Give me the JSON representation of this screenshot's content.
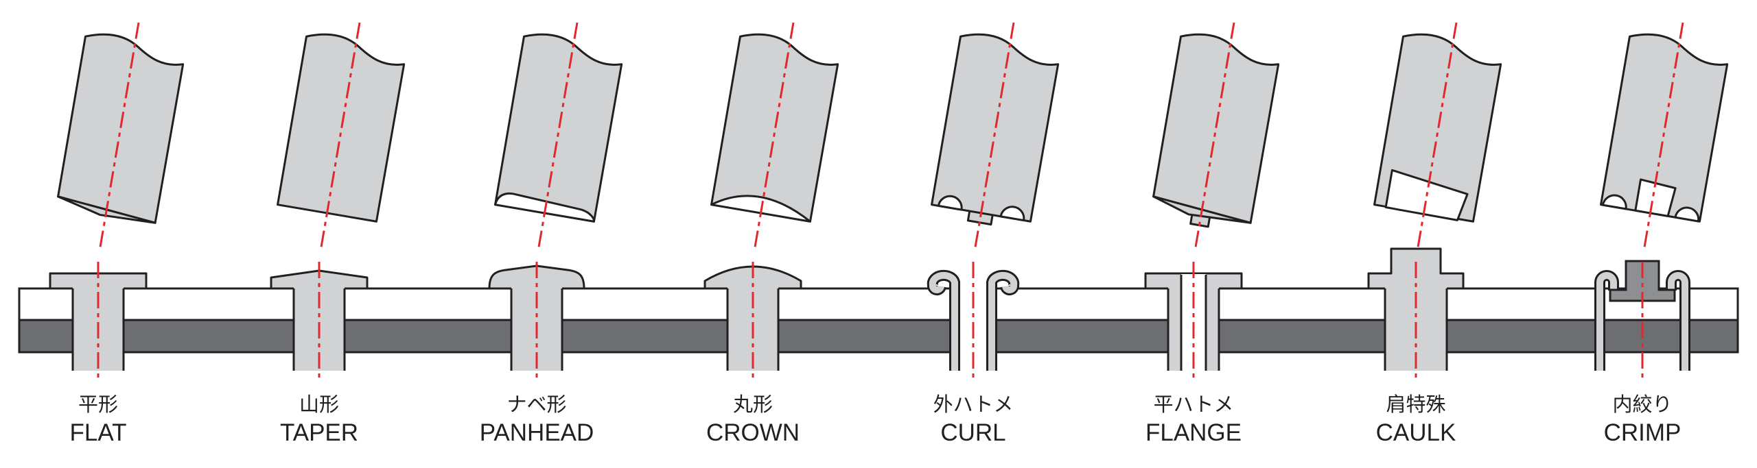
{
  "units": [
    {
      "ja": "平形",
      "en": "FLAT"
    },
    {
      "ja": "山形",
      "en": "TAPER"
    },
    {
      "ja": "ナベ形",
      "en": "PANHEAD"
    },
    {
      "ja": "丸形",
      "en": "CROWN"
    },
    {
      "ja": "外ハトメ",
      "en": "CURL"
    },
    {
      "ja": "平ハトメ",
      "en": "FLANGE"
    },
    {
      "ja": "肩特殊",
      "en": "CAULK"
    },
    {
      "ja": "内絞り",
      "en": "CRIMP"
    }
  ],
  "colors": {
    "tool": "#d1d2d4",
    "plate_top": "#ffffff",
    "plate_bottom": "#6d6e71",
    "outline": "#231f20",
    "centerline": "#e0282e",
    "plug": "#8e8f93"
  }
}
